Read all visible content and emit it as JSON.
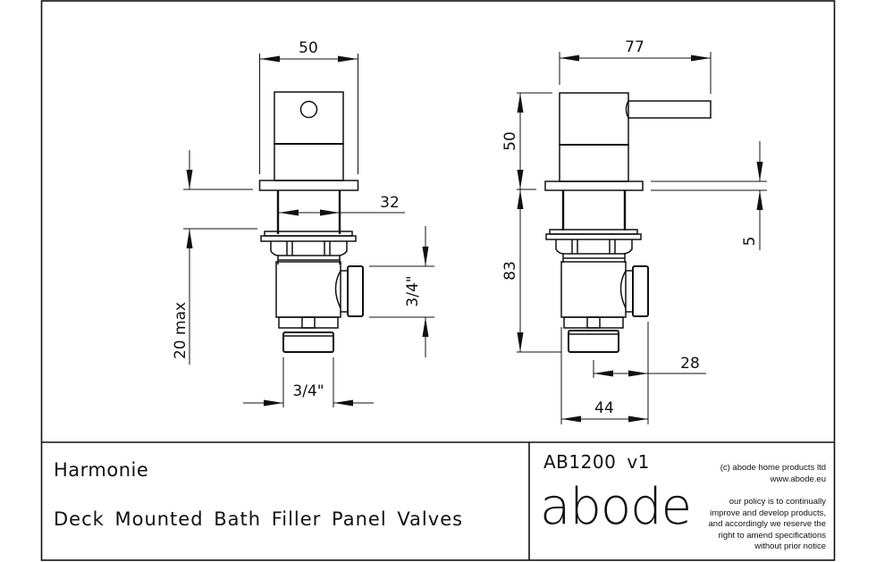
{
  "drawing": {
    "front_view": {
      "dimensions": {
        "handle_width": "50",
        "shank_diameter": "32",
        "deck_thickness": "20 max",
        "inlet_thread": "3/4\"",
        "outlet_thread": "3/4\""
      }
    },
    "side_view": {
      "dimensions": {
        "overall_depth": "77",
        "handle_height": "50",
        "body_height_below_deck": "83",
        "flange_thickness": "5",
        "outlet_offset": "28",
        "body_depth": "44"
      }
    },
    "line_color": "#111111",
    "background_color": "#ffffff"
  },
  "title_block": {
    "series": "Harmonie",
    "description": "Deck Mounted Bath Filler Panel Valves",
    "product_code": "AB1200",
    "version": "v1",
    "brand_logo": "abode",
    "copyright": [
      "(c) abode home products ltd",
      "www.abode.eu"
    ],
    "policy": [
      "our policy is to continually",
      "improve and develop products,",
      "and accordingly we reserve the",
      "right to amend specifications",
      "without prior notice"
    ]
  }
}
